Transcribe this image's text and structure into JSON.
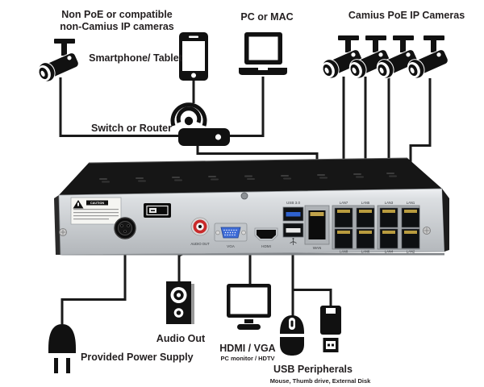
{
  "diagram": {
    "labels": {
      "non_poe_line1": "Non PoE or compatible",
      "non_poe_line2": "non-Camius IP cameras",
      "smartphone": "Smartphone/ Tablet",
      "pc": "PC or MAC",
      "poe_cameras": "Camius PoE IP Cameras",
      "switch": "Switch or Router",
      "audio_out": "Audio Out",
      "hdmi_vga": "HDMI / VGA",
      "hdmi_vga_sub": "PC monitor / HDTV",
      "usb_peripherals": "USB Peripherals",
      "usb_peripherals_sub": "Mouse, Thumb drive, External Disk",
      "power": "Provided Power Supply"
    },
    "nvr": {
      "caution_header": "CAUTION",
      "ports": {
        "usb": "USB 3.0",
        "vga": "VGA",
        "hdmi": "HDMI",
        "wan": "WAN",
        "audio": "AUDIO OUT",
        "lan_top": [
          "LAN7",
          "LAN5",
          "LAN3",
          "LAN1"
        ],
        "lan_bottom": [
          "LAN8",
          "LAN6",
          "LAN4",
          "LAN2"
        ]
      }
    },
    "colors": {
      "line": "#1a1a1a",
      "icon": "#111111",
      "vga_blue": "#3d6bd6",
      "usb3_blue": "#2f62cf",
      "rca_red": "#c92a2a",
      "ethernet_gold": "#b89b3e",
      "panel_light": "#eceef0",
      "panel_dark": "#b4b8bc"
    }
  }
}
